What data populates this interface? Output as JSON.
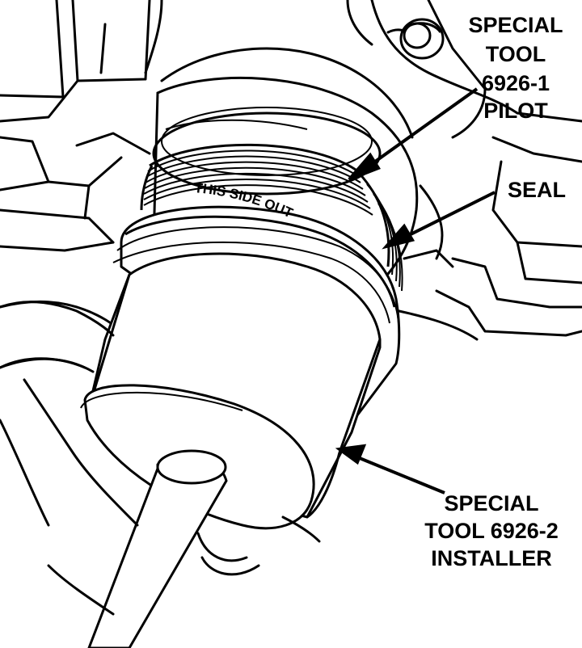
{
  "labels": {
    "pilot": [
      "SPECIAL",
      "TOOL",
      "6926-1",
      "PILOT"
    ],
    "seal": "SEAL",
    "installer": [
      "SPECIAL",
      "TOOL 6926-2",
      "INSTALLER"
    ],
    "seal_marking": "THIS SIDE OUT"
  },
  "colors": {
    "ink": "#000000",
    "paper": "#ffffff"
  }
}
